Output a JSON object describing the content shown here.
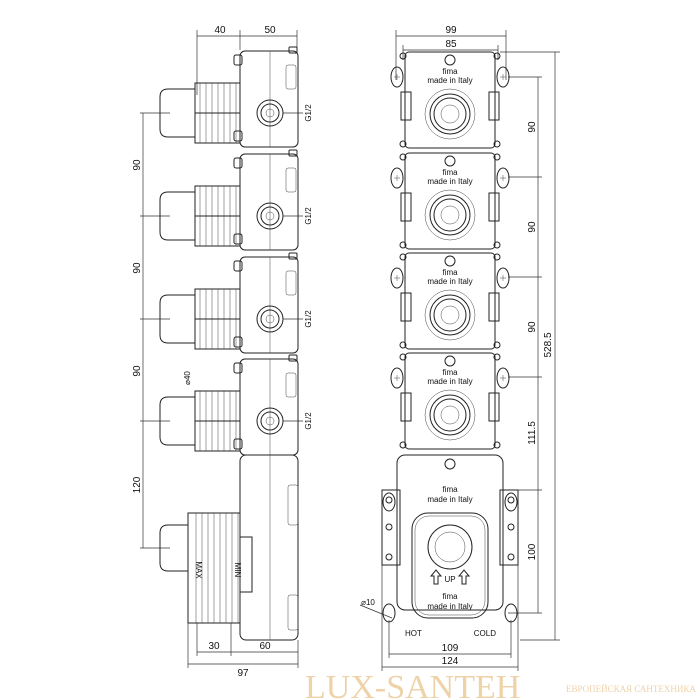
{
  "left_view": {
    "dims_top": [
      "40",
      "50"
    ],
    "dims_left": [
      "90",
      "90",
      "90",
      "120"
    ],
    "dims_bottom": [
      "30",
      "60",
      "97"
    ],
    "thread_label": "G1/2",
    "diameter_label": "⌀40",
    "knob_labels": [
      "MAX",
      "MIN"
    ]
  },
  "right_view": {
    "dims_top": [
      "99",
      "85"
    ],
    "dims_right": [
      "90",
      "90",
      "90",
      "111.5",
      "100"
    ],
    "overall_height": "528.5",
    "dims_bottom": [
      "109",
      "124"
    ],
    "hole_label": "⌀10",
    "brand": "fima",
    "made_in": "made in Italy",
    "up_label": "UP",
    "hot_label": "HOT",
    "cold_label": "COLD"
  },
  "watermark": {
    "name": "LUX-SANTEH",
    "tagline": "ЕВРОПЕЙСКАЯ САНТЕХНИКА"
  }
}
